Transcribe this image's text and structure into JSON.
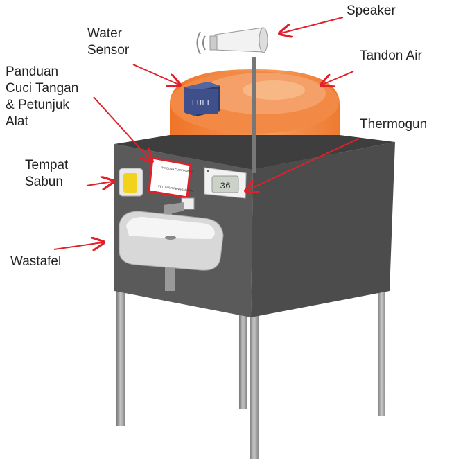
{
  "labels": {
    "speaker": "Speaker",
    "water_sensor": [
      "Water",
      "Sensor"
    ],
    "tandon_air": "Tandon Air",
    "panduan": [
      "Panduan",
      "Cuci Tangan",
      "& Petunjuk",
      "Alat"
    ],
    "thermogun": "Thermogun",
    "tempat_sabun": [
      "Tempat",
      "Sabun"
    ],
    "wastafel": "Wastafel"
  },
  "device_text": {
    "sensor_display": "FULL",
    "thermo_display": "36",
    "guide_top": "PANDUAN CUCI TANGAN",
    "guide_bottom": "PETUNJUK PENGGUNAAN"
  },
  "colors": {
    "arrow": "#e0202a",
    "tank": "#f07c30",
    "cabinet": "#4a4a4a",
    "sensor": "#3e4f8c"
  }
}
